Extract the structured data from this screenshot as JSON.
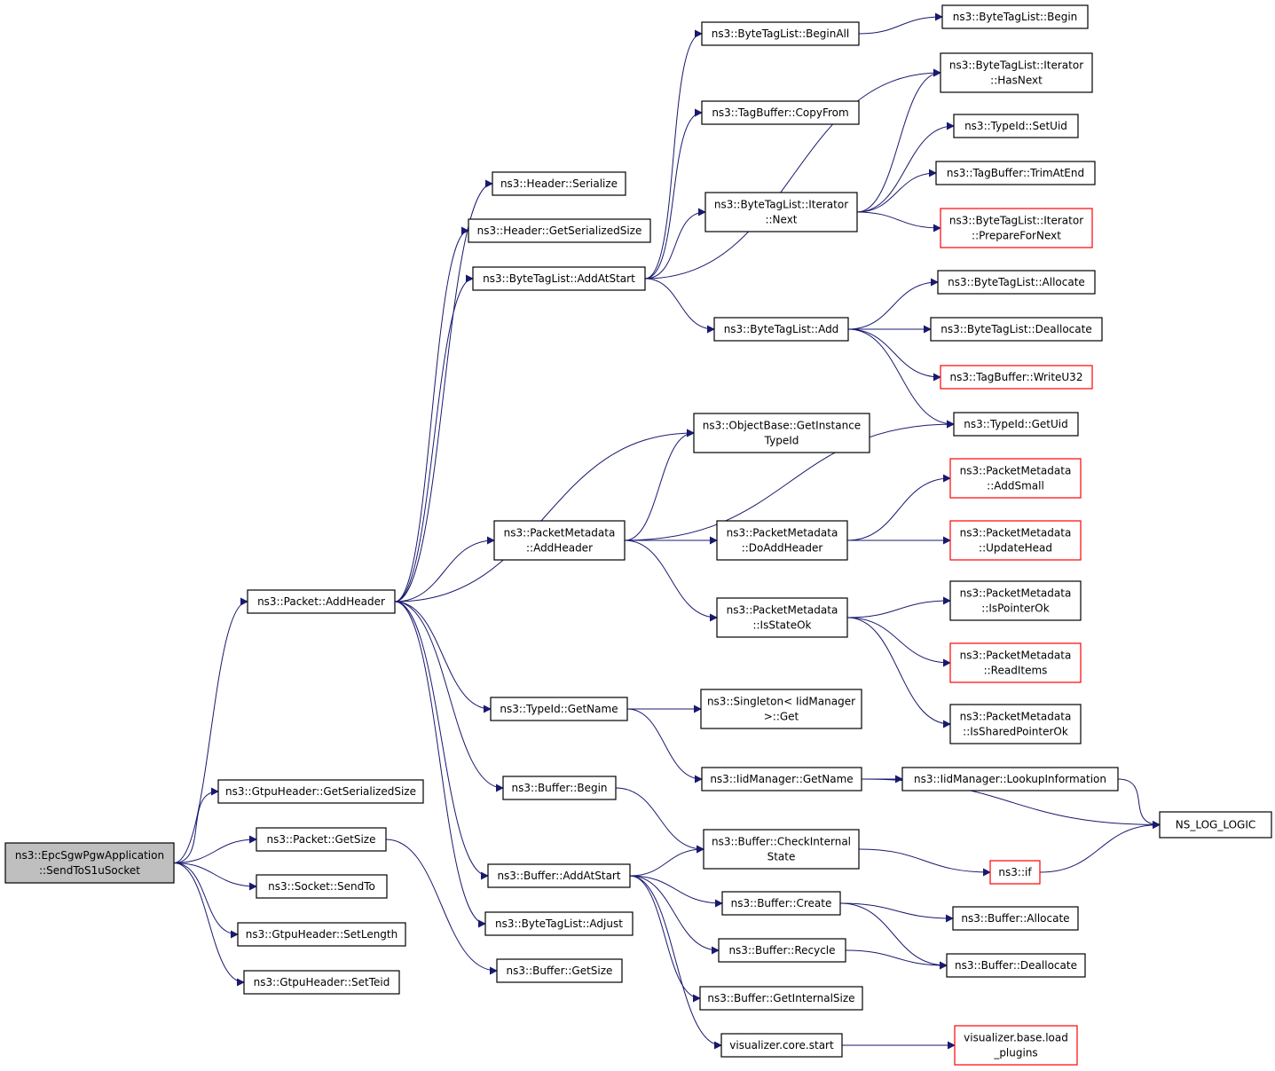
{
  "colors": {
    "edge": "#191970",
    "node_border": "#000000",
    "node_border_incomplete": "#ff0000",
    "root_fill": "#bfbfbf",
    "node_fill": "#ffffff"
  },
  "graph": {
    "nodes": [
      {
        "id": "root",
        "lines": [
          "ns3::EpcSgwPgwApplication",
          "::SendToS1uSocket"
        ],
        "kind": "root"
      },
      {
        "id": "packet_addheader",
        "lines": [
          "ns3::Packet::AddHeader"
        ],
        "kind": "normal"
      },
      {
        "id": "gtpu_getserializedsize",
        "lines": [
          "ns3::GtpuHeader::GetSerializedSize"
        ],
        "kind": "normal"
      },
      {
        "id": "packet_getsize",
        "lines": [
          "ns3::Packet::GetSize"
        ],
        "kind": "normal"
      },
      {
        "id": "socket_sendto",
        "lines": [
          "ns3::Socket::SendTo"
        ],
        "kind": "normal"
      },
      {
        "id": "gtpu_setlength",
        "lines": [
          "ns3::GtpuHeader::SetLength"
        ],
        "kind": "normal"
      },
      {
        "id": "gtpu_setteid",
        "lines": [
          "ns3::GtpuHeader::SetTeid"
        ],
        "kind": "normal"
      },
      {
        "id": "header_serialize",
        "lines": [
          "ns3::Header::Serialize"
        ],
        "kind": "normal"
      },
      {
        "id": "header_getserializedsize",
        "lines": [
          "ns3::Header::GetSerializedSize"
        ],
        "kind": "normal"
      },
      {
        "id": "btl_addatstart",
        "lines": [
          "ns3::ByteTagList::AddAtStart"
        ],
        "kind": "normal"
      },
      {
        "id": "pm_addheader",
        "lines": [
          "ns3::PacketMetadata",
          "::AddHeader"
        ],
        "kind": "normal"
      },
      {
        "id": "typeid_getname",
        "lines": [
          "ns3::TypeId::GetName"
        ],
        "kind": "normal"
      },
      {
        "id": "buffer_begin",
        "lines": [
          "ns3::Buffer::Begin"
        ],
        "kind": "normal"
      },
      {
        "id": "buffer_addatstart",
        "lines": [
          "ns3::Buffer::AddAtStart"
        ],
        "kind": "normal"
      },
      {
        "id": "btl_adjust",
        "lines": [
          "ns3::ByteTagList::Adjust"
        ],
        "kind": "normal"
      },
      {
        "id": "buffer_getsize",
        "lines": [
          "ns3::Buffer::GetSize"
        ],
        "kind": "normal"
      },
      {
        "id": "btl_beginall",
        "lines": [
          "ns3::ByteTagList::BeginAll"
        ],
        "kind": "normal"
      },
      {
        "id": "tagbuffer_copyfrom",
        "lines": [
          "ns3::TagBuffer::CopyFrom"
        ],
        "kind": "normal"
      },
      {
        "id": "btl_iter_next",
        "lines": [
          "ns3::ByteTagList::Iterator",
          "::Next"
        ],
        "kind": "normal"
      },
      {
        "id": "btl_add",
        "lines": [
          "ns3::ByteTagList::Add"
        ],
        "kind": "normal"
      },
      {
        "id": "objectbase_getinstancetypeid",
        "lines": [
          "ns3::ObjectBase::GetInstance",
          "TypeId"
        ],
        "kind": "normal"
      },
      {
        "id": "pm_doaddheader",
        "lines": [
          "ns3::PacketMetadata",
          "::DoAddHeader"
        ],
        "kind": "normal"
      },
      {
        "id": "pm_isstateok",
        "lines": [
          "ns3::PacketMetadata",
          "::IsStateOk"
        ],
        "kind": "normal"
      },
      {
        "id": "singleton_get",
        "lines": [
          "ns3::Singleton< IidManager",
          ">::Get"
        ],
        "kind": "normal"
      },
      {
        "id": "iidmanager_getname",
        "lines": [
          "ns3::IidManager::GetName"
        ],
        "kind": "normal"
      },
      {
        "id": "buffer_checkinternalstate",
        "lines": [
          "ns3::Buffer::CheckInternal",
          "State"
        ],
        "kind": "normal"
      },
      {
        "id": "buffer_create",
        "lines": [
          "ns3::Buffer::Create"
        ],
        "kind": "normal"
      },
      {
        "id": "buffer_recycle",
        "lines": [
          "ns3::Buffer::Recycle"
        ],
        "kind": "normal"
      },
      {
        "id": "buffer_getinternalsize",
        "lines": [
          "ns3::Buffer::GetInternalSize"
        ],
        "kind": "normal"
      },
      {
        "id": "visualizer_core_start",
        "lines": [
          "visualizer.core.start"
        ],
        "kind": "normal"
      },
      {
        "id": "btl_begin",
        "lines": [
          "ns3::ByteTagList::Begin"
        ],
        "kind": "normal"
      },
      {
        "id": "btl_iter_hasnext",
        "lines": [
          "ns3::ByteTagList::Iterator",
          "::HasNext"
        ],
        "kind": "normal"
      },
      {
        "id": "typeid_setuid",
        "lines": [
          "ns3::TypeId::SetUid"
        ],
        "kind": "normal"
      },
      {
        "id": "tagbuffer_trimatend",
        "lines": [
          "ns3::TagBuffer::TrimAtEnd"
        ],
        "kind": "normal"
      },
      {
        "id": "btl_iter_preparefornext",
        "lines": [
          "ns3::ByteTagList::Iterator",
          "::PrepareForNext"
        ],
        "kind": "incomplete"
      },
      {
        "id": "btl_allocate",
        "lines": [
          "ns3::ByteTagList::Allocate"
        ],
        "kind": "normal"
      },
      {
        "id": "btl_deallocate",
        "lines": [
          "ns3::ByteTagList::Deallocate"
        ],
        "kind": "normal"
      },
      {
        "id": "tagbuffer_writeu32",
        "lines": [
          "ns3::TagBuffer::WriteU32"
        ],
        "kind": "incomplete"
      },
      {
        "id": "typeid_getuid",
        "lines": [
          "ns3::TypeId::GetUid"
        ],
        "kind": "normal"
      },
      {
        "id": "pm_addsmall",
        "lines": [
          "ns3::PacketMetadata",
          "::AddSmall"
        ],
        "kind": "incomplete"
      },
      {
        "id": "pm_updatehead",
        "lines": [
          "ns3::PacketMetadata",
          "::UpdateHead"
        ],
        "kind": "incomplete"
      },
      {
        "id": "pm_ispointerok",
        "lines": [
          "ns3::PacketMetadata",
          "::IsPointerOk"
        ],
        "kind": "normal"
      },
      {
        "id": "pm_readitems",
        "lines": [
          "ns3::PacketMetadata",
          "::ReadItems"
        ],
        "kind": "incomplete"
      },
      {
        "id": "pm_issharedpointerok",
        "lines": [
          "ns3::PacketMetadata",
          "::IsSharedPointerOk"
        ],
        "kind": "normal"
      },
      {
        "id": "iidmanager_lookupinformation",
        "lines": [
          "ns3::IidManager::LookupInformation"
        ],
        "kind": "normal"
      },
      {
        "id": "ns_log_logic",
        "lines": [
          "NS_LOG_LOGIC"
        ],
        "kind": "normal"
      },
      {
        "id": "ns3_if",
        "lines": [
          "ns3::if"
        ],
        "kind": "incomplete"
      },
      {
        "id": "buffer_allocate",
        "lines": [
          "ns3::Buffer::Allocate"
        ],
        "kind": "normal"
      },
      {
        "id": "buffer_deallocate",
        "lines": [
          "ns3::Buffer::Deallocate"
        ],
        "kind": "normal"
      },
      {
        "id": "visualizer_base_load_plugins",
        "lines": [
          "visualizer.base.load",
          "_plugins"
        ],
        "kind": "incomplete"
      }
    ],
    "edges": [
      [
        "root",
        "packet_addheader"
      ],
      [
        "root",
        "gtpu_getserializedsize"
      ],
      [
        "root",
        "packet_getsize"
      ],
      [
        "root",
        "socket_sendto"
      ],
      [
        "root",
        "gtpu_setlength"
      ],
      [
        "root",
        "gtpu_setteid"
      ],
      [
        "packet_addheader",
        "header_serialize"
      ],
      [
        "packet_addheader",
        "header_getserializedsize"
      ],
      [
        "packet_addheader",
        "btl_addatstart"
      ],
      [
        "packet_addheader",
        "objectbase_getinstancetypeid"
      ],
      [
        "packet_addheader",
        "pm_addheader"
      ],
      [
        "packet_addheader",
        "typeid_getname"
      ],
      [
        "packet_addheader",
        "buffer_begin"
      ],
      [
        "packet_addheader",
        "buffer_addatstart"
      ],
      [
        "packet_addheader",
        "btl_adjust"
      ],
      [
        "packet_getsize",
        "buffer_getsize"
      ],
      [
        "btl_addatstart",
        "btl_beginall"
      ],
      [
        "btl_addatstart",
        "tagbuffer_copyfrom"
      ],
      [
        "btl_addatstart",
        "btl_iter_hasnext"
      ],
      [
        "btl_addatstart",
        "btl_iter_next"
      ],
      [
        "btl_addatstart",
        "btl_add"
      ],
      [
        "btl_beginall",
        "btl_begin"
      ],
      [
        "btl_iter_next",
        "btl_iter_hasnext"
      ],
      [
        "btl_iter_next",
        "typeid_setuid"
      ],
      [
        "btl_iter_next",
        "tagbuffer_trimatend"
      ],
      [
        "btl_iter_next",
        "btl_iter_preparefornext"
      ],
      [
        "btl_add",
        "btl_allocate"
      ],
      [
        "btl_add",
        "btl_deallocate"
      ],
      [
        "btl_add",
        "tagbuffer_writeu32"
      ],
      [
        "btl_add",
        "typeid_getuid"
      ],
      [
        "pm_addheader",
        "objectbase_getinstancetypeid"
      ],
      [
        "pm_addheader",
        "typeid_getuid"
      ],
      [
        "pm_addheader",
        "pm_doaddheader"
      ],
      [
        "pm_addheader",
        "pm_isstateok"
      ],
      [
        "pm_doaddheader",
        "pm_addsmall"
      ],
      [
        "pm_doaddheader",
        "pm_updatehead"
      ],
      [
        "pm_isstateok",
        "pm_ispointerok"
      ],
      [
        "pm_isstateok",
        "pm_readitems"
      ],
      [
        "pm_isstateok",
        "pm_issharedpointerok"
      ],
      [
        "typeid_getname",
        "singleton_get"
      ],
      [
        "typeid_getname",
        "iidmanager_getname"
      ],
      [
        "iidmanager_getname",
        "iidmanager_lookupinformation"
      ],
      [
        "iidmanager_getname",
        "ns_log_logic"
      ],
      [
        "iidmanager_lookupinformation",
        "ns_log_logic"
      ],
      [
        "buffer_begin",
        "buffer_checkinternalstate"
      ],
      [
        "buffer_addatstart",
        "buffer_checkinternalstate"
      ],
      [
        "buffer_addatstart",
        "buffer_create"
      ],
      [
        "buffer_addatstart",
        "buffer_recycle"
      ],
      [
        "buffer_addatstart",
        "buffer_getinternalsize"
      ],
      [
        "buffer_addatstart",
        "visualizer_core_start"
      ],
      [
        "buffer_checkinternalstate",
        "ns3_if"
      ],
      [
        "ns3_if",
        "ns_log_logic"
      ],
      [
        "buffer_create",
        "buffer_allocate"
      ],
      [
        "buffer_create",
        "buffer_deallocate"
      ],
      [
        "buffer_recycle",
        "buffer_deallocate"
      ],
      [
        "visualizer_core_start",
        "visualizer_base_load_plugins"
      ]
    ]
  }
}
